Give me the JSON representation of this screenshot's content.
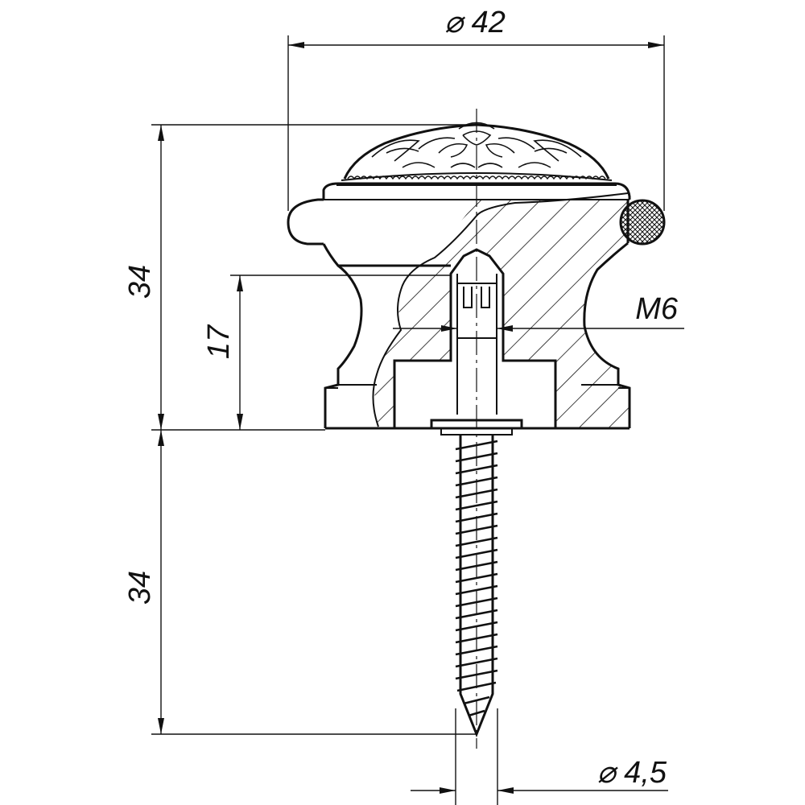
{
  "drawing": {
    "dimensions": {
      "top_diameter": "⌀ 42",
      "overall_height": "34",
      "thread_depth": "17",
      "thread": "M6",
      "screw_length": "34",
      "screw_diameter": "⌀ 4,5"
    }
  }
}
